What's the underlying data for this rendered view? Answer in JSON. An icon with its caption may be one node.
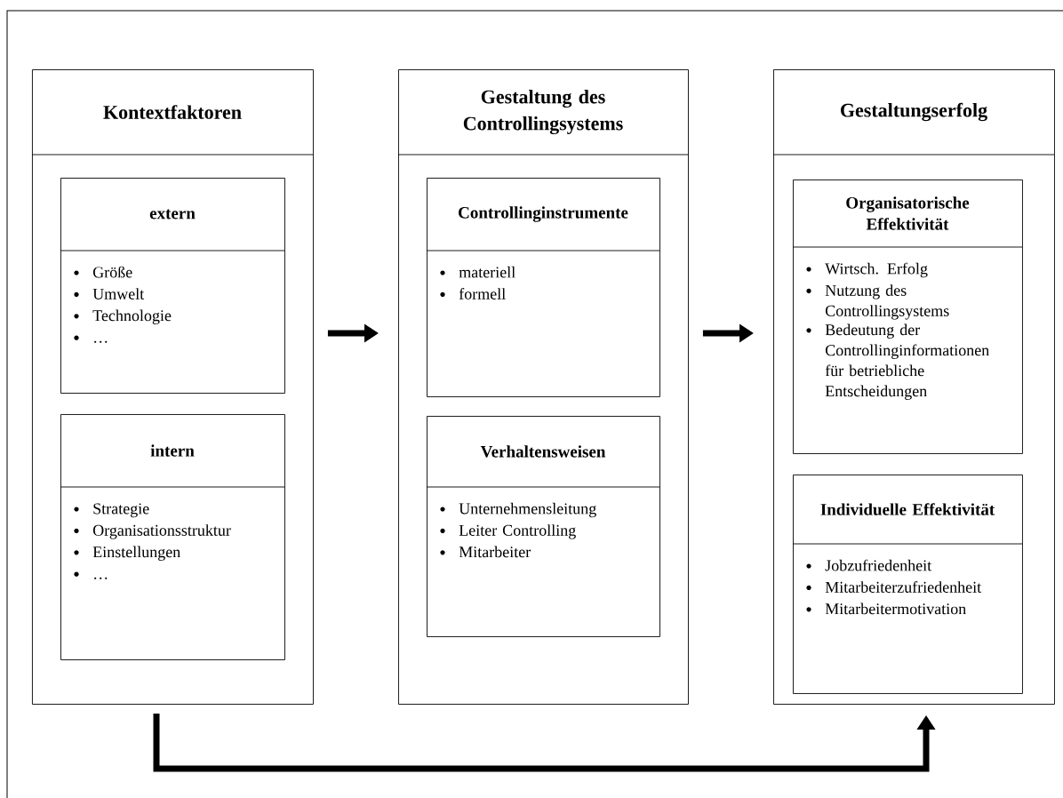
{
  "diagram": {
    "nodes": [
      {
        "text": [
          "Kontextfaktoren"
        ]
      },
      {
        "text": [
          "extern",
          "Größe",
          "Umwelt",
          "Technologie",
          "…"
        ],
        "in": 0
      },
      {
        "text": [
          "intern",
          "Strategie",
          "Organisationsstruktur",
          "Einstellungen",
          "…"
        ],
        "in": 0
      },
      {
        "text": [
          "Gestaltung des Controllingsystems"
        ]
      },
      {
        "text": [
          "Controllinginstrumente",
          "materiell",
          "formell"
        ],
        "in": 3
      },
      {
        "text": [
          "Verhaltensweisen",
          "Unternehmensleitung",
          "Leiter Controlling",
          "Mitarbeiter"
        ],
        "in": 3
      },
      {
        "text": [
          "Gestaltungserfolg"
        ]
      },
      {
        "text": [
          "Organisatorische Effektivität",
          "Wirtsch. Erfolg",
          "Nutzung des Controllingsystems",
          "Bedeutung der Controllinginformationen für betriebliche Entscheidungen"
        ],
        "in": 6
      },
      {
        "text": [
          "Individuelle Effektivität",
          "Jobzufriedenheit",
          "Mitarbeiterzufriedenheit",
          "Mitarbeitermotivation"
        ],
        "in": 6
      }
    ],
    "edges": [
      {
        "from": 0,
        "to": 3,
        "arrow": "to"
      },
      {
        "from": 3,
        "to": 6,
        "arrow": "to"
      },
      {
        "from": 0,
        "to": 6,
        "arrow": "to"
      }
    ]
  }
}
